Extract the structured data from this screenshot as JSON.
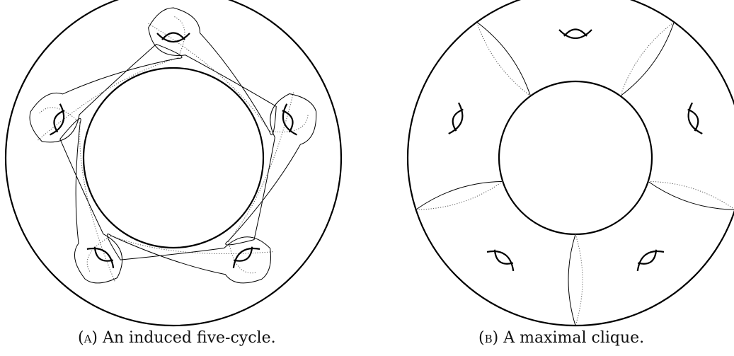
{
  "figure": {
    "panel_a": {
      "tag": "(a)",
      "text": "An induced five-cycle."
    },
    "panel_b": {
      "tag": "(b)",
      "text": "A maximal clique."
    },
    "genus_per_surface": 5,
    "curves_per_panel": 5,
    "colors": {
      "ink": "#000000",
      "dotted": "#555555"
    }
  }
}
